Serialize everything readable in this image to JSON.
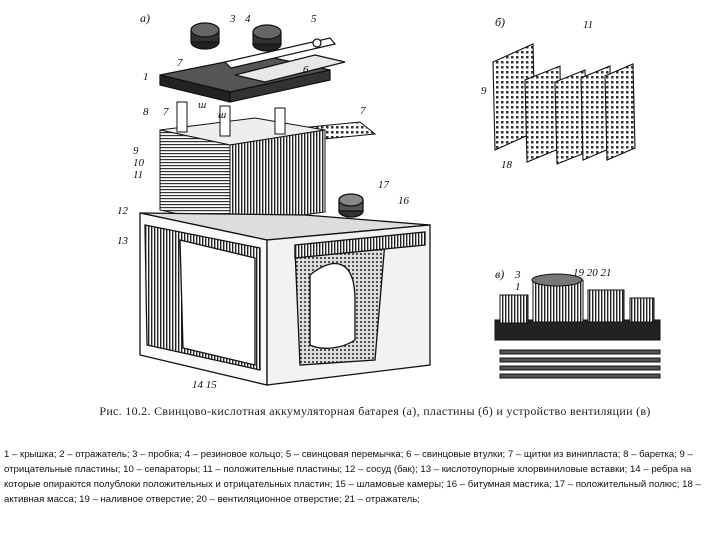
{
  "figure": {
    "panel_labels": {
      "a": "а)",
      "b": "б)",
      "v": "в)"
    },
    "callouts": {
      "n1": "1",
      "n3": "3",
      "n4": "4",
      "n5": "5",
      "n6": "6",
      "n7a": "7",
      "n7b": "7",
      "n7c": "7",
      "n8": "8",
      "n9": "9",
      "n10": "10",
      "n11": "11",
      "n12": "12",
      "n13": "13",
      "n14_15": "14 15",
      "n16": "16",
      "n17": "17",
      "w1": "ш",
      "w2": "ш",
      "b11": "11",
      "b9": "9",
      "b18": "18",
      "v3": "3",
      "v1": "1",
      "v19_20_21": "19 20 21"
    },
    "caption": "Рис. 10.2. Свинцово-кислотная аккумуляторная батарея (а), пластины (б) и устройство вентиляции (в)"
  },
  "legend": {
    "text": "1 – крышка; 2 – отражатель; 3 – пробка; 4 – резиновое кольцо; 5 – свинцовая перемычка; 6 – свинцовые втулки; 7 – щитки из винипласта; 8 – баретка; 9 – отрицательные пластины; 10 – сепараторы; 11 – положительные пластины; 12 – сосуд (бак); 13 – кислотоупорные хлорвиниловые вставки; 14 – ребра на которые опираются полублоки положительных и отрицательных пластин; 15 – шламовые камеры; 16 – битумная мастика; 17 – положительный полюс; 18 – активная масса; 19 – наливное отверстие; 20 – вентиляционное отверстие; 21 – отражатель;"
  }
}
